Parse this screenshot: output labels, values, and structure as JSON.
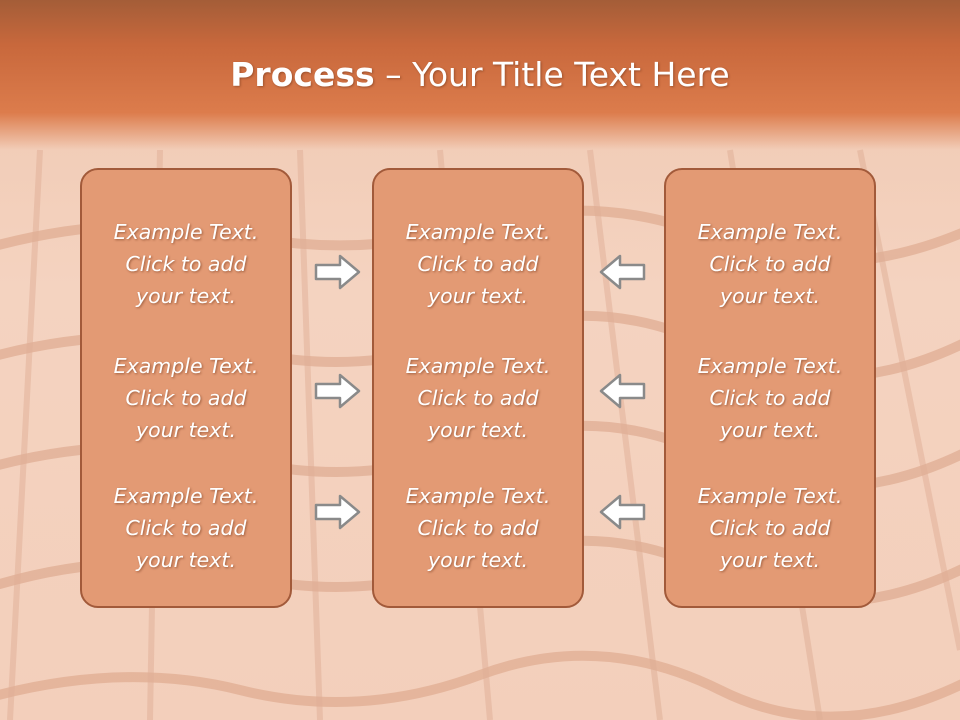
{
  "title": {
    "bold": "Process",
    "rest": " – Your Title Text Here"
  },
  "columns": [
    {
      "entries": [
        [
          "Example Text.",
          "Click  to add",
          "your text."
        ],
        [
          "Example Text.",
          "Click  to add",
          "your text."
        ],
        [
          "Example Text.",
          "Click  to add",
          "your text."
        ]
      ]
    },
    {
      "entries": [
        [
          "Example Text.",
          "Click  to add",
          "your text."
        ],
        [
          "Example Text.",
          "Click  to add",
          "your text."
        ],
        [
          "Example Text.",
          "Click  to add",
          "your text."
        ]
      ]
    },
    {
      "entries": [
        [
          "Example Text.",
          "Click  to add",
          "your text."
        ],
        [
          "Example Text.",
          "Click  to add",
          "your text."
        ],
        [
          "Example Text.",
          "Click  to add",
          "your text."
        ]
      ]
    }
  ],
  "arrows": {
    "left_group": "right-arrow-icon",
    "right_group": "left-arrow-icon"
  },
  "colors": {
    "header": "#d0703f",
    "box_fill": "#e39a74",
    "box_border": "#a25a3a",
    "arrow_fill": "#ffffff",
    "arrow_stroke": "#8a8a8a"
  }
}
